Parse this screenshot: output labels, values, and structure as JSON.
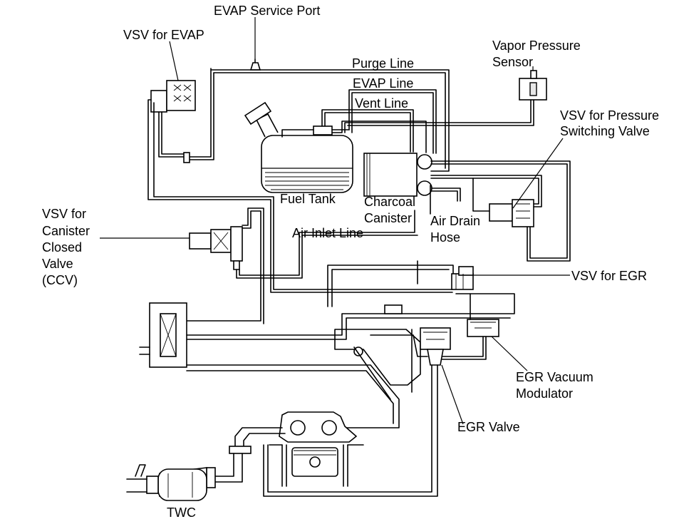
{
  "diagram": {
    "labels": {
      "evap_service_port": "EVAP Service Port",
      "vsv_for_evap": "VSV for EVAP",
      "purge_line": "Purge Line",
      "evap_line": "EVAP Line",
      "vent_line": "Vent Line",
      "vapor_pressure_sensor_1": "Vapor Pressure",
      "vapor_pressure_sensor_2": "Sensor",
      "vsv_pressure_switching_1": "VSV for Pressure",
      "vsv_pressure_switching_2": "Switching Valve",
      "fuel_tank": "Fuel Tank",
      "charcoal_canister_1": "Charcoal",
      "charcoal_canister_2": "Canister",
      "air_drain_hose_1": "Air Drain",
      "air_drain_hose_2": "Hose",
      "air_inlet_line": "Air Inlet Line",
      "vsv_ccv_1": "VSV for",
      "vsv_ccv_2": "Canister",
      "vsv_ccv_3": "Closed",
      "vsv_ccv_4": "Valve",
      "vsv_ccv_5": "(CCV)",
      "vsv_for_egr": "VSV for EGR",
      "egr_vacuum_modulator_1": "EGR Vacuum",
      "egr_vacuum_modulator_2": "Modulator",
      "egr_valve": "EGR Valve",
      "twc": "TWC"
    }
  }
}
